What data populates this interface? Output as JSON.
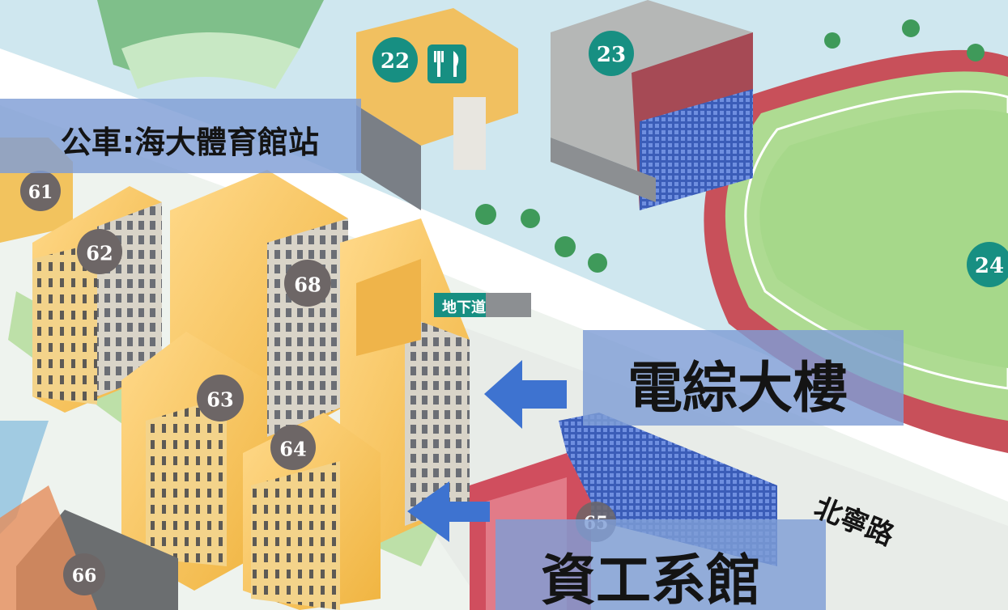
{
  "markers": {
    "m22": "22",
    "m23": "23",
    "m24": "24",
    "m61": "61",
    "m62": "62",
    "m63": "63",
    "m64": "64",
    "m65": "65",
    "m66": "66",
    "m68": "68"
  },
  "labels": {
    "bus_stop": "公車:海大體育館站",
    "ee_building": "電綜大樓",
    "cs_building": "資工系館",
    "underpass": "地下道",
    "road": "北寧路"
  },
  "colors": {
    "overlay": "#7f9ed6",
    "arrow": "#3e73d0",
    "marker_green": "#178f82",
    "marker_gray": "#6d6666",
    "building_yellow": "#f4c25a",
    "track_red": "#c8505a",
    "field_green": "#a6d88a",
    "water_blue": "#cfe7ef"
  },
  "icons": {
    "restaurant": "fork-knife-icon",
    "arrow": "arrow-icon"
  }
}
